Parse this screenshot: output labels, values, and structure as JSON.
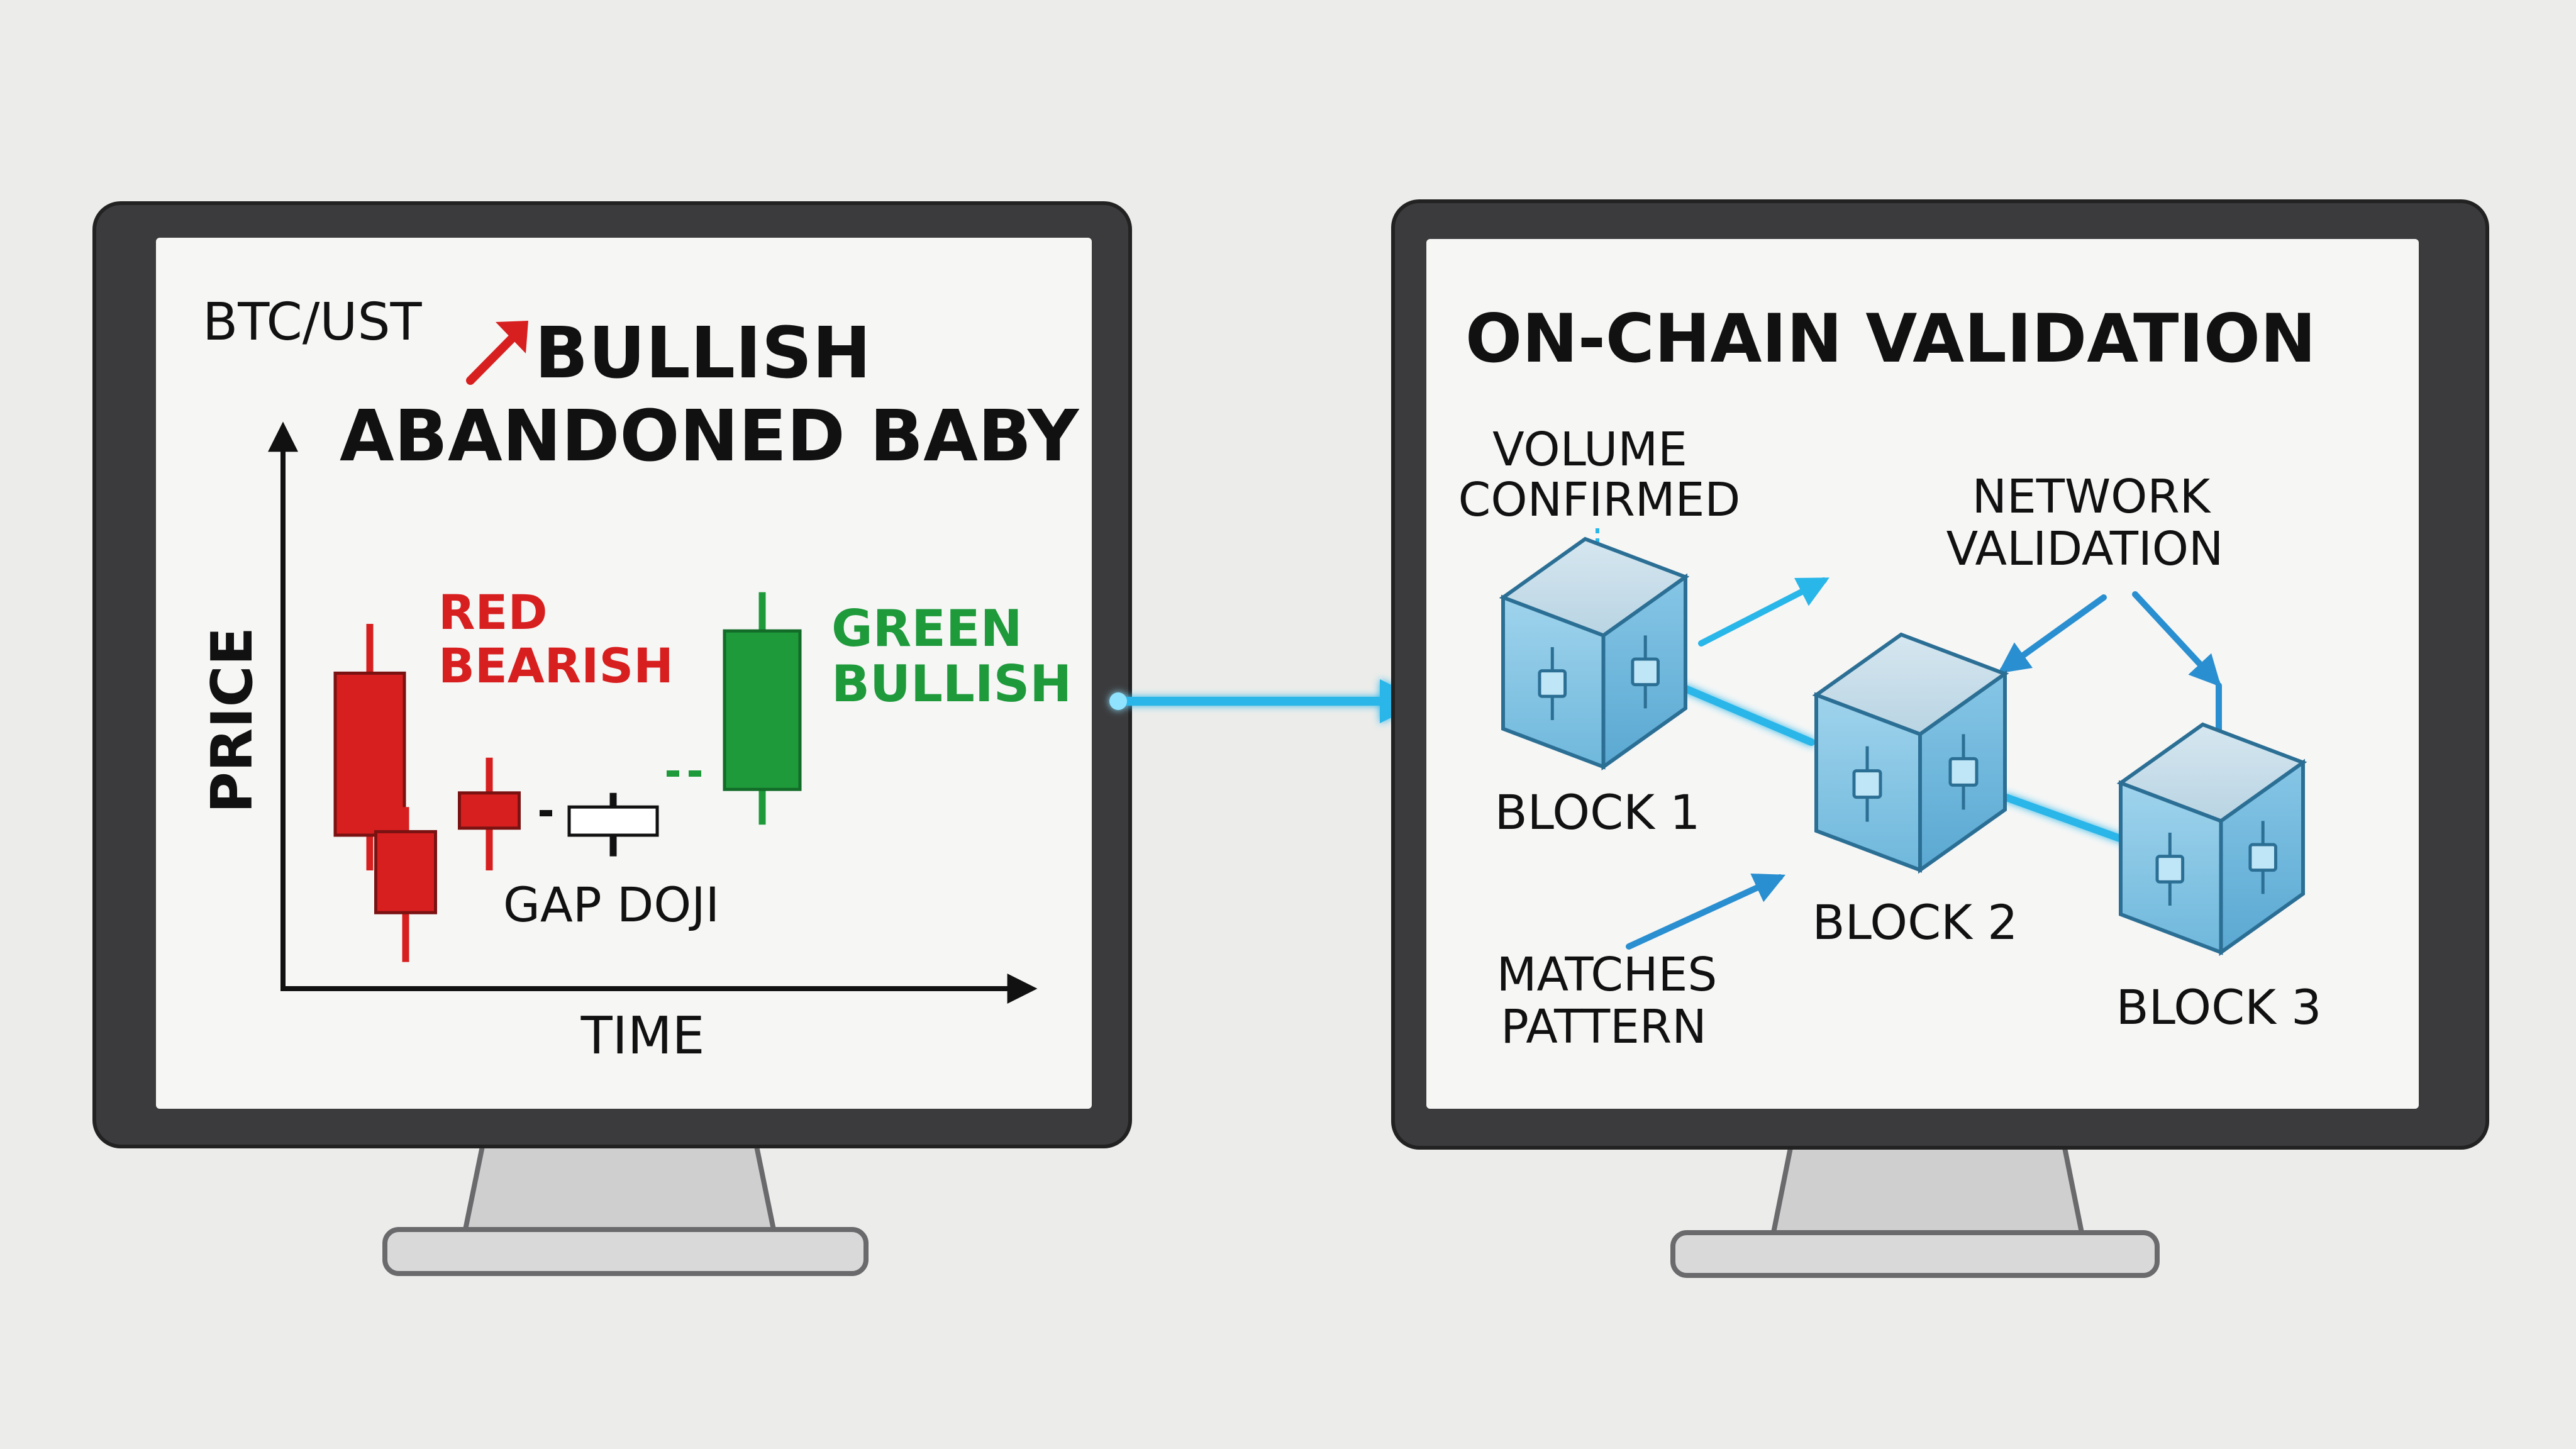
{
  "colors": {
    "background": "#ececea",
    "bezel": "#3b3b3d",
    "screen": "#f6f6f5",
    "stand": "#cfcfd0",
    "bearish_red": "#d81f1f",
    "bullish_green": "#1e9a3b",
    "block_blue": "#7fc4e3",
    "connector_cyan": "#29b6e8",
    "arrow_red": "#d81f1f",
    "ink": "#111111"
  },
  "left_monitor": {
    "pair_label": "BTC/UST",
    "title_line1": "BULLISH",
    "title_line2": "ABANDONED BABY",
    "title_arrow_icon": "trend-up-arrow-icon",
    "y_axis_label": "PRICE",
    "x_axis_label": "TIME",
    "red_label_line1": "RED",
    "red_label_line2": "BEARISH",
    "doji_label": "GAP DOJI",
    "green_label_line1": "GREEN",
    "green_label_line2": "BULLISH"
  },
  "right_monitor": {
    "title": "ON-CHAIN VALIDATION",
    "volume_line1": "VOLUME",
    "volume_line2": "CONFIRMED",
    "network_line1": "NETWORK",
    "network_line2": "VALIDATION",
    "matches_line1": "MATCHES",
    "matches_line2": "PATTERN",
    "blocks": [
      {
        "label": "BLOCK 1",
        "icon": "cube-icon"
      },
      {
        "label": "BLOCK 2",
        "icon": "cube-icon"
      },
      {
        "label": "BLOCK 3",
        "icon": "cube-icon"
      }
    ]
  },
  "chart_data": {
    "type": "candlestick",
    "title": "BULLISH ABANDONED BABY",
    "xlabel": "TIME",
    "ylabel": "PRICE",
    "ylim": [
      0,
      100
    ],
    "candles": [
      {
        "open": 86,
        "close": 40,
        "high": 100,
        "low": 30,
        "color": "red"
      },
      {
        "open": 41,
        "close": 18,
        "high": 48,
        "low": 4,
        "color": "red"
      },
      {
        "open": 52,
        "close": 42,
        "high": 62,
        "low": 30,
        "color": "red"
      },
      {
        "open": 48,
        "close": 40,
        "high": 52,
        "low": 34,
        "color": "white"
      },
      {
        "open": 53,
        "close": 98,
        "high": 109,
        "low": 43,
        "color": "green"
      }
    ]
  }
}
